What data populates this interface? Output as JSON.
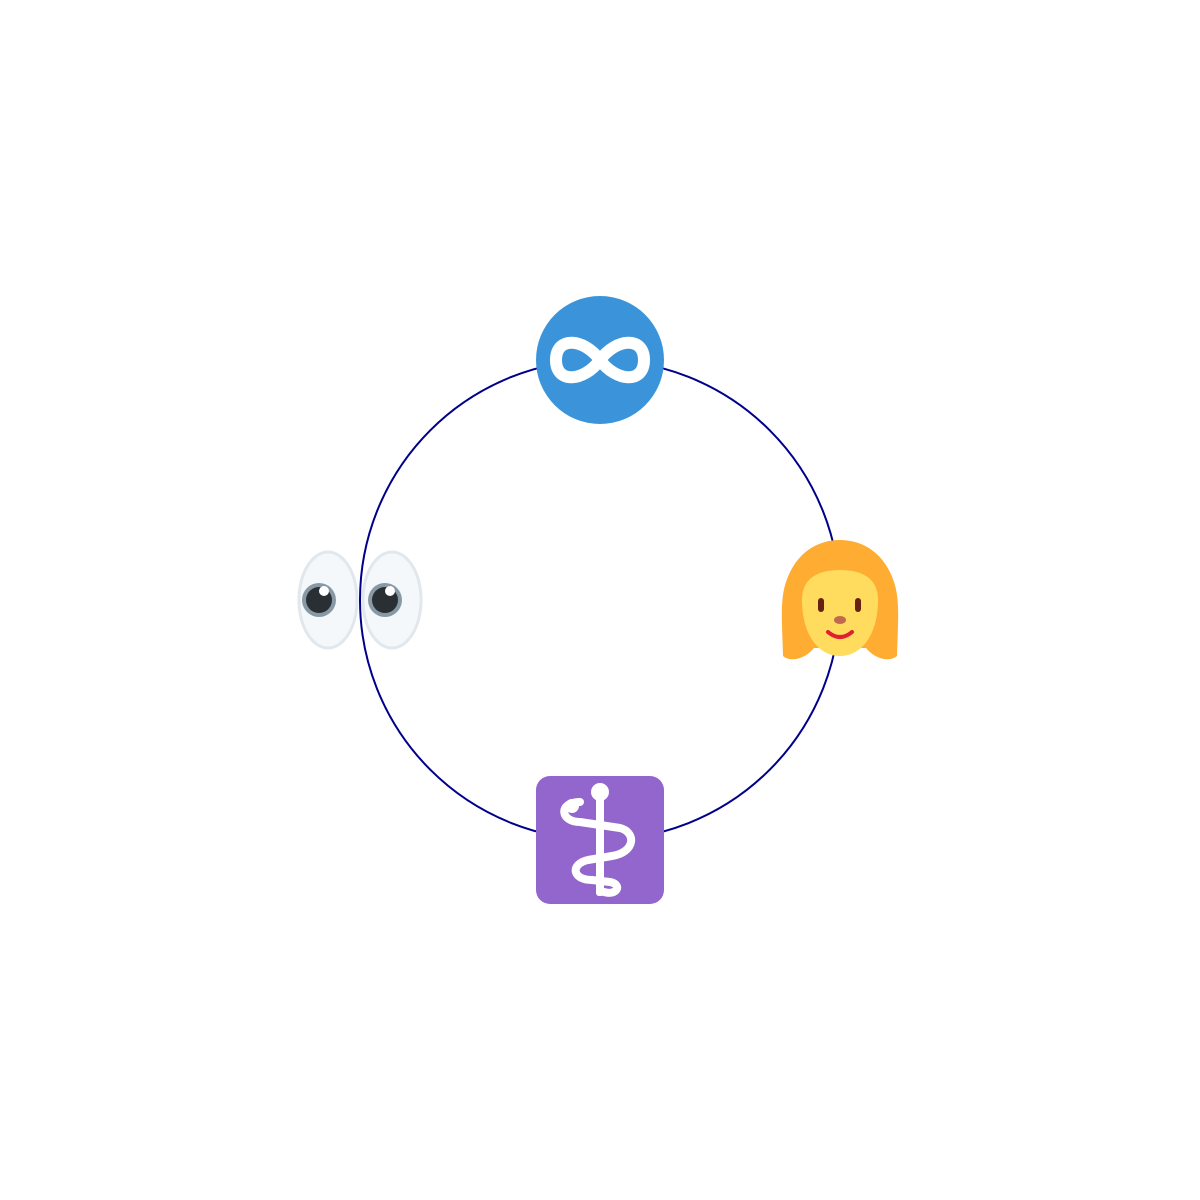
{
  "diagram": {
    "ring": {
      "color": "#00008b"
    },
    "nodes": [
      {
        "id": "top",
        "icon": "infinity-icon",
        "color": "#3b94d9"
      },
      {
        "id": "right",
        "icon": "woman-icon",
        "colors": {
          "hair": "#ffac33",
          "skin": "#ffdc5d",
          "mouth": "#df1f32",
          "nose": "#c1694f",
          "eyes": "#662113"
        }
      },
      {
        "id": "bottom",
        "icon": "medical-symbol-icon",
        "color": "#9266cc"
      },
      {
        "id": "left",
        "icon": "eyes-icon",
        "colors": {
          "white": "#f5f8fa",
          "outline": "#e1e8ed",
          "iris": "#8899a6",
          "pupil": "#292f33"
        }
      }
    ]
  }
}
